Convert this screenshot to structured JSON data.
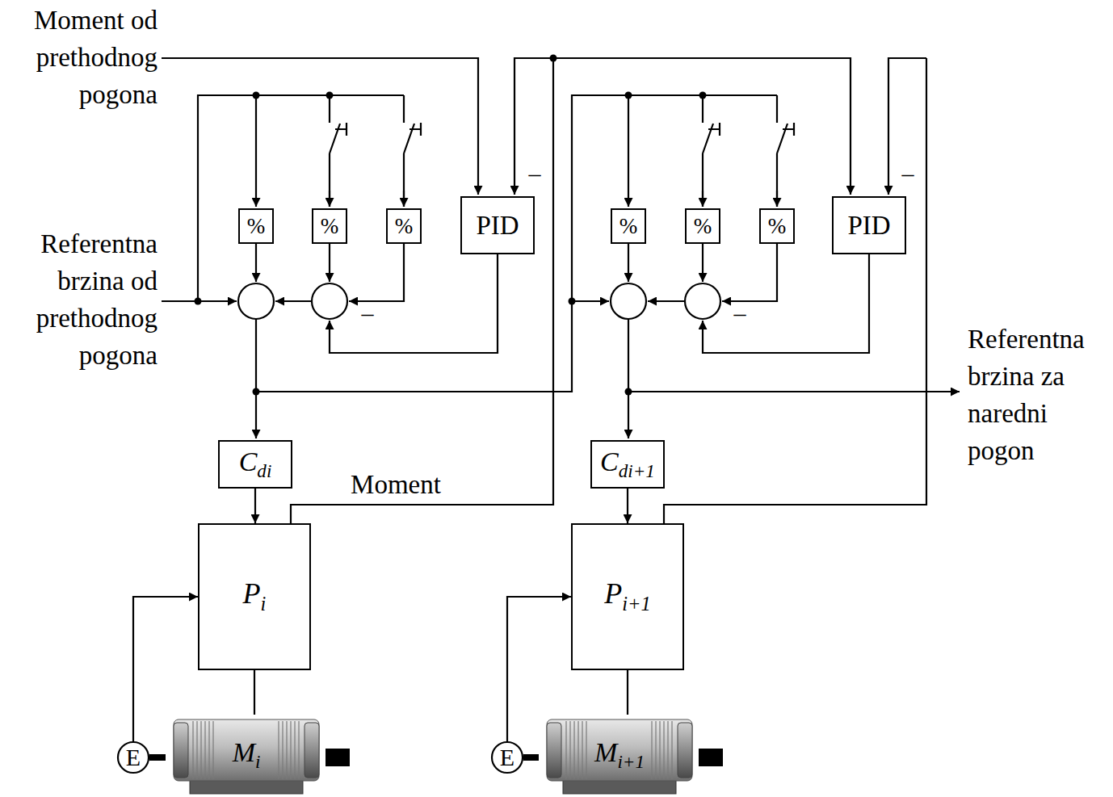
{
  "diagram": {
    "nodes": [
      {
        "text": [
          "%"
        ]
      },
      {
        "text": [
          "%"
        ]
      },
      {
        "text": [
          "%"
        ]
      },
      {
        "text": [
          "PID"
        ]
      },
      {
        "text": [
          "%"
        ]
      },
      {
        "text": [
          "%"
        ]
      },
      {
        "text": [
          "%"
        ]
      },
      {
        "text": [
          "PID"
        ]
      },
      {
        "text": [
          "C",
          "di"
        ]
      },
      {
        "text": [
          "C",
          "di+1"
        ]
      },
      {
        "text": [
          "P",
          "i"
        ]
      },
      {
        "text": [
          "P",
          "i+1"
        ]
      },
      {
        "text": [
          "E"
        ]
      },
      {
        "text": [
          "M",
          "i"
        ]
      },
      {
        "text": [
          "E"
        ]
      },
      {
        "text": [
          "M",
          "i+1"
        ]
      }
    ],
    "edges": [
      {
        "from": 8,
        "to": 10,
        "arrow": "to"
      },
      {
        "from": 9,
        "to": 11,
        "arrow": "to"
      },
      {
        "from": 12,
        "to": 10,
        "arrow": "to"
      },
      {
        "from": 14,
        "to": 11,
        "arrow": "to"
      },
      {
        "from": 10,
        "to": 13,
        "arrow": "none"
      },
      {
        "from": 11,
        "to": 15,
        "arrow": "none"
      },
      {
        "from": 12,
        "to": 13,
        "arrow": "none"
      },
      {
        "from": 14,
        "to": 15,
        "arrow": "none"
      }
    ],
    "labels": [
      "Moment od prethodnog pogona",
      "Referentna brzina od prethodnog pogona",
      "Referentna brzina za naredni pogon",
      "Moment",
      "–",
      "–",
      "–",
      "–"
    ]
  }
}
